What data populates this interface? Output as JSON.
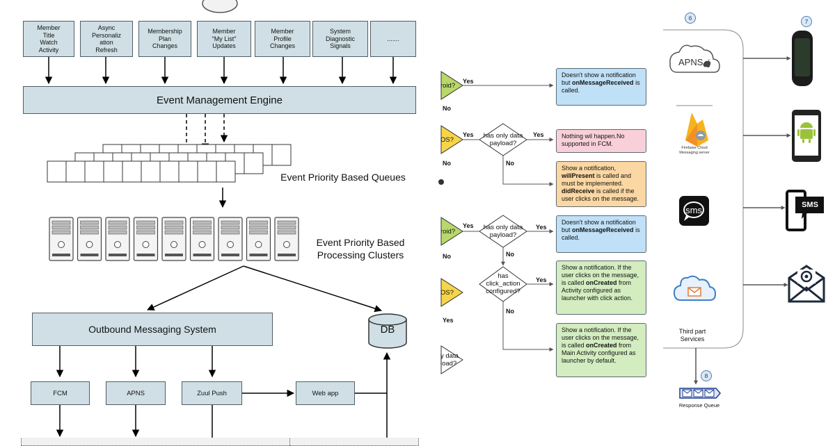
{
  "panel_a": {
    "sources": [
      "Member\nTitle\nWatch\nActivity",
      "Async\nPersonaliz\nation\nRefresh",
      "Membership\nPlan\nChanges",
      "Member\n\"My List\"\nUpdates",
      "Member\nProfile\nChanges",
      "System\nDiagnostic\nSignals",
      "......."
    ],
    "engine": "Event Management Engine",
    "queues": "Event Priority Based Queues",
    "clusters": "Event Priority Based\nProcessing Clusters",
    "outbound": "Outbound Messaging System",
    "db": "DB",
    "channels": [
      "FCM",
      "APNS",
      "Zuul Push"
    ],
    "webapp": "Web app"
  },
  "panel_b": {
    "cut_labels": [
      "roid?",
      "OS?",
      "roid?",
      "OS?",
      "y data\nload?"
    ],
    "diamond_data_payload": "has only data\npayload?",
    "diamond_click_action": "has\nclick_action\nconfigured?",
    "yes": "Yes",
    "no": "No",
    "notes": [
      {
        "pre": "Doesn't show a notification but ",
        "bold": "onMessageReceived",
        "post": " is called."
      },
      {
        "pre": "Nothing wil happen.No supported  in FCM.",
        "bold": "",
        "post": ""
      },
      {
        "html_parts": [
          "Show a notification, ",
          "willPresent",
          " is called and must be implemented. ",
          "didReceive",
          " is called if the user clicks on the message."
        ]
      },
      {
        "pre": "Doesn't show a notification but ",
        "bold": "onMessageReceived",
        "post": " is called."
      },
      {
        "pre": "Show a notification. If the user clicks on the message, is called ",
        "bold": "onCreated",
        "post": " from Activity configured as launcher with click action."
      },
      {
        "pre": "Show a notification. If the user clicks on the message, is called ",
        "bold": "onCreated",
        "post": " from Main Activity configured as launcher by default."
      }
    ]
  },
  "panel_c": {
    "apns": "APNS",
    "fcm_caption": "Firebase Cloud\nMessaging server",
    "sms": "sms",
    "sms_device": "SMS",
    "third_party": "Third part\nServices",
    "response_queue": "Response Queue",
    "numbers": [
      "6",
      "7",
      "8"
    ]
  },
  "colors": {
    "box_fill": "#cfdfe5",
    "note_blue": "#bfe0f7",
    "note_pink": "#f9d0da",
    "note_orange": "#fbd7a3",
    "note_green": "#d3ecc0",
    "diamond_green": "#b9d86a",
    "diamond_yellow": "#f7d548",
    "firebase_yellow": "#f7b21f",
    "android_green": "#9bc23c",
    "cloud_blue": "#3d7fc4"
  }
}
